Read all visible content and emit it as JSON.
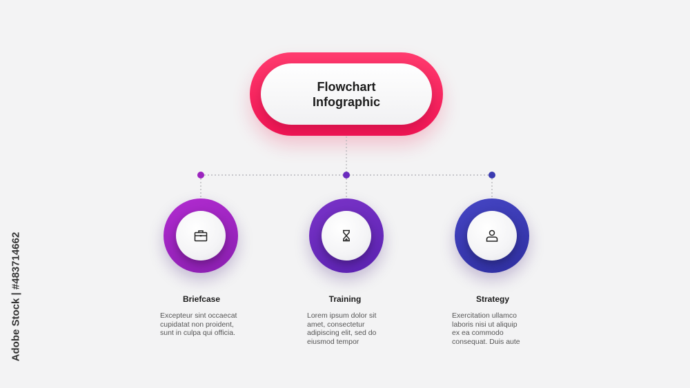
{
  "title": "Flowchart\nInfographic",
  "colors": {
    "title_accent": "#f01454",
    "node_1": "#9b24be",
    "node_2": "#6a2bbe",
    "node_3": "#3a3ab0",
    "background": "#f3f3f4"
  },
  "steps": [
    {
      "label": "Briefcase",
      "icon": "briefcase-icon",
      "description": "Excepteur sint occaecat\ncupidatat non proident,\nsunt in culpa qui officia."
    },
    {
      "label": "Training",
      "icon": "hourglass-icon",
      "description": "Lorem ipsum dolor sit\namet, consectetur\nadipiscing elit, sed do\neiusmod tempor"
    },
    {
      "label": "Strategy",
      "icon": "person-icon",
      "description": "Exercitation ullamco\nlaboris nisi ut aliquip\nex ea commodo\nconsequat. Duis aute"
    }
  ],
  "watermark": "Adobe Stock | #483714662"
}
